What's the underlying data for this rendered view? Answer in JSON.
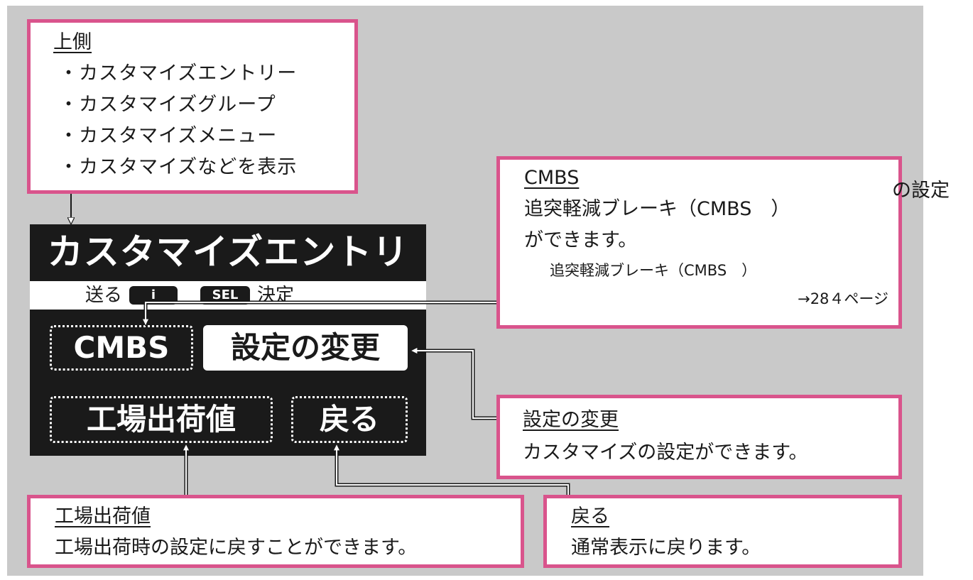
{
  "top_callout": {
    "heading": "上側",
    "items": [
      "・カスタマイズエントリー",
      "・カスタマイズグループ",
      "・カスタマイズメニュー",
      "・カスタマイズなどを表示"
    ]
  },
  "cmbs_callout": {
    "heading": "CMBS",
    "line1": "追突軽減ブレーキ（CMBS　）",
    "line1_tail": "の設定",
    "line2": "ができます。",
    "ref": "追突軽減ブレーキ（CMBS　）",
    "page": "→28４ページ"
  },
  "change_callout": {
    "heading": "設定の変更",
    "text": "カスタマイズの設定ができます。"
  },
  "factory_callout": {
    "heading": "工場出荷値",
    "text": "工場出荷時の設定に戻すことができます。"
  },
  "back_callout": {
    "heading": "戻る",
    "text": "通常表示に戻ります。"
  },
  "screen": {
    "title": "カスタマイズエントリー",
    "nav_send": "送る",
    "info_key": "i",
    "sel_key": "SEL",
    "nav_confirm": "決定",
    "options": {
      "cmbs": "CMBS",
      "change": "設定の変更",
      "factory": "工場出荷値",
      "back": "戻る"
    }
  },
  "colors": {
    "callout_border": "#d9548c",
    "screen_bg": "#1a1a1a",
    "panel_bg": "#c9c9c9"
  }
}
